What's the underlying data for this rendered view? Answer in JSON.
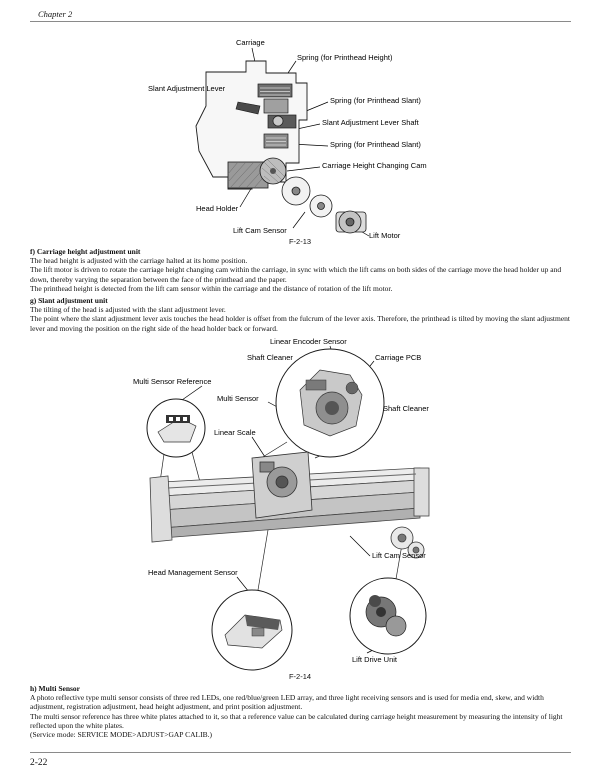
{
  "header": {
    "chapter": "Chapter 2"
  },
  "footer": {
    "page_number": "2-22"
  },
  "figure1": {
    "caption": "F-2-13",
    "labels": {
      "carriage": "Carriage",
      "spring_height": "Spring (for Printhead Height)",
      "slant_lever": "Slant Adjustment Lever",
      "spring_slant1": "Spring (for Printhead Slant)",
      "lever_shaft": "Slant Adjustment Lever Shaft",
      "spring_slant2": "Spring (for Printhead Slant)",
      "height_cam": "Carriage Height Changing Cam",
      "head_holder": "Head Holder",
      "lift_cam_sensor": "Lift Cam Sensor",
      "lift_motor": "Lift Motor"
    }
  },
  "section_f": {
    "heading": "f) Carriage height adjustment unit",
    "para1": "The head height is adjusted with the carriage halted at its home position.",
    "para2": "The lift motor is driven to rotate the carriage height changing cam within the carriage, in sync with which the lift cams on both sides of the carriage move the head holder up and down, thereby varying the separation between the face of the printhead and the paper.",
    "para3": "The printhead height is detected from the lift cam sensor within the carriage and the distance of rotation of the lift motor."
  },
  "section_g": {
    "heading": "g) Slant adjustment unit",
    "para1": "The tilting of the head is adjusted with the slant adjustment lever.",
    "para2": "The point where the slant adjustment lever axis touches the head holder is offset from the fulcrum of the lever axis. Therefore, the printhead is tilted by moving the slant adjustment lever and moving the position on the right side of the head holder back or forward."
  },
  "figure2": {
    "caption": "F-2-14",
    "labels": {
      "linear_encoder_sensor": "Linear Encoder Sensor",
      "shaft_cleaner_top": "Shaft Cleaner",
      "carriage_pcb": "Carriage PCB",
      "multi_sensor_reference": "Multi Sensor Reference",
      "multi_sensor": "Multi Sensor",
      "shaft_cleaner_right": "Shaft Cleaner",
      "linear_scale": "Linear Scale",
      "lift_cam_sensor": "Lift Cam Sensor",
      "head_management_sensor": "Head Management Sensor",
      "lift_drive_unit": "Lift Drive Unit"
    }
  },
  "section_h": {
    "heading": "h) Multi Sensor",
    "para1": "A photo reflective type multi sensor consists of three red LEDs, one red/blue/green LED array, and three light receiving sensors and is used for media end, skew, and width adjustment, registration adjustment, head height adjustment, and print position adjustment.",
    "para2": "The multi sensor reference has three white plates attached to it, so that a reference value can be calculated during carriage height measurement by measuring the intensity of light reflected upon the white plates.",
    "para3": "(Service mode: SERVICE MODE>ADJUST>GAP CALIB.)"
  }
}
